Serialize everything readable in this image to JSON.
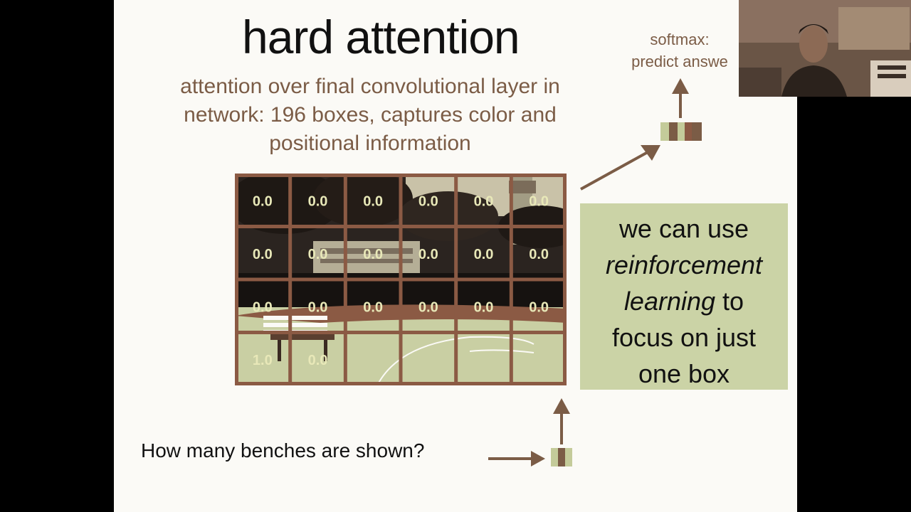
{
  "slide": {
    "title": "hard attention",
    "subtitle": "attention over final convolutional layer in network: 196 boxes, captures color and positional information",
    "softmax_line1": "softmax:",
    "softmax_line2": "predict answe",
    "question": "How many benches are shown?",
    "callout": {
      "line1": "we can use",
      "line2": "reinforcement",
      "line3a": "learning",
      "line3b": " to",
      "line4": "focus on just",
      "line5": "one box"
    }
  },
  "attention_grid": {
    "rows": [
      [
        "0.0",
        "0.0",
        "0.0",
        "0.0",
        "0.0",
        "0.0"
      ],
      [
        "0.0",
        "0.0",
        "0.0",
        "0.0",
        "0.0",
        "0.0"
      ],
      [
        "0.0",
        "0.0",
        "0.0",
        "0.0",
        "0.0",
        "0.0"
      ],
      [
        "1.0",
        "0.0",
        "",
        "",
        "",
        ""
      ]
    ]
  },
  "colors": {
    "grid_line": "#8b5a44",
    "value_text": "#e8e8b8",
    "accent_brown": "#7b5c46",
    "callout_bg": "#cbd3a6"
  }
}
